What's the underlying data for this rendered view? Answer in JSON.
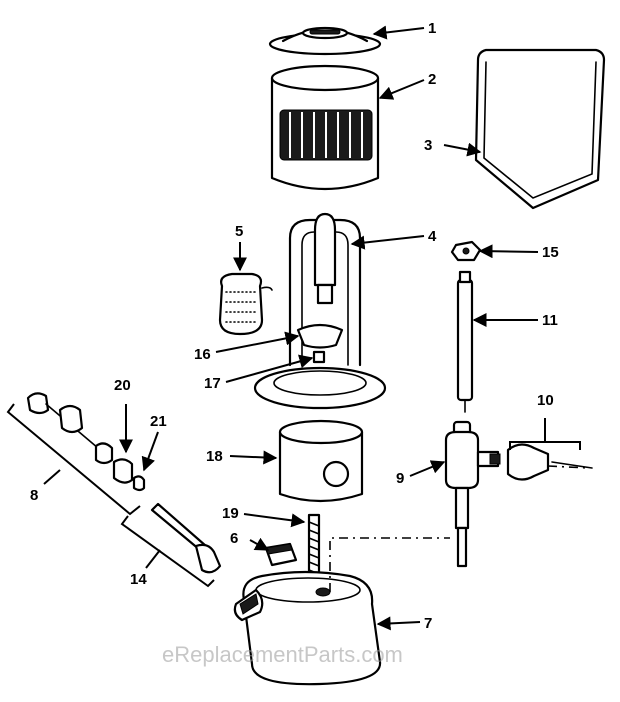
{
  "diagram": {
    "callouts": [
      {
        "id": "c1",
        "label": "1"
      },
      {
        "id": "c2",
        "label": "2"
      },
      {
        "id": "c3",
        "label": "3"
      },
      {
        "id": "c4",
        "label": "4"
      },
      {
        "id": "c5",
        "label": "5"
      },
      {
        "id": "c6",
        "label": "6"
      },
      {
        "id": "c7",
        "label": "7"
      },
      {
        "id": "c8",
        "label": "8"
      },
      {
        "id": "c9",
        "label": "9"
      },
      {
        "id": "c10",
        "label": "10"
      },
      {
        "id": "c11",
        "label": "11"
      },
      {
        "id": "c14",
        "label": "14"
      },
      {
        "id": "c15",
        "label": "15"
      },
      {
        "id": "c16",
        "label": "16"
      },
      {
        "id": "c17",
        "label": "17"
      },
      {
        "id": "c18",
        "label": "18"
      },
      {
        "id": "c19",
        "label": "19"
      },
      {
        "id": "c20",
        "label": "20"
      },
      {
        "id": "c21",
        "label": "21"
      }
    ],
    "watermark": "eReplacementParts.com"
  }
}
